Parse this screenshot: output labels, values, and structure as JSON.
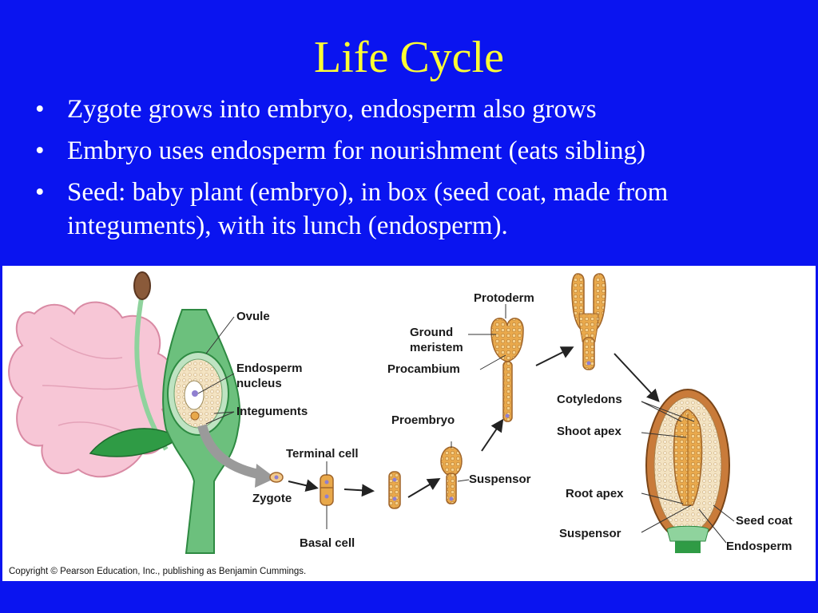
{
  "slide": {
    "title": "Life Cycle",
    "bullets": [
      "Zygote grows into embryo, endosperm also grows",
      "Embryo uses endosperm for nourishment (eats sibling)",
      "Seed: baby plant (embryo), in box (seed coat, made from integuments), with its lunch (endosperm)."
    ]
  },
  "figure": {
    "labels": {
      "ovule": "Ovule",
      "endosperm_nucleus_1": "Endosperm",
      "endosperm_nucleus_2": "nucleus",
      "integuments": "Integuments",
      "terminal_cell": "Terminal cell",
      "zygote": "Zygote",
      "basal_cell": "Basal cell",
      "proembryo": "Proembryo",
      "suspensor_1": "Suspensor",
      "protoderm": "Protoderm",
      "ground_meristem_1": "Ground",
      "ground_meristem_2": "meristem",
      "procambium": "Procambium",
      "cotyledons": "Cotyledons",
      "shoot_apex": "Shoot apex",
      "root_apex": "Root apex",
      "suspensor_2": "Suspensor",
      "seed_coat": "Seed coat",
      "endosperm": "Endosperm"
    },
    "copyright": "Copyright © Pearson Education, Inc., publishing as Benjamin Cummings."
  },
  "colors": {
    "background": "#0a14f0",
    "title": "#ffff33",
    "text": "#ffffff",
    "petal": "#f7c6d6",
    "stem": "#2f9b45",
    "embryo": "#e8a84a"
  }
}
